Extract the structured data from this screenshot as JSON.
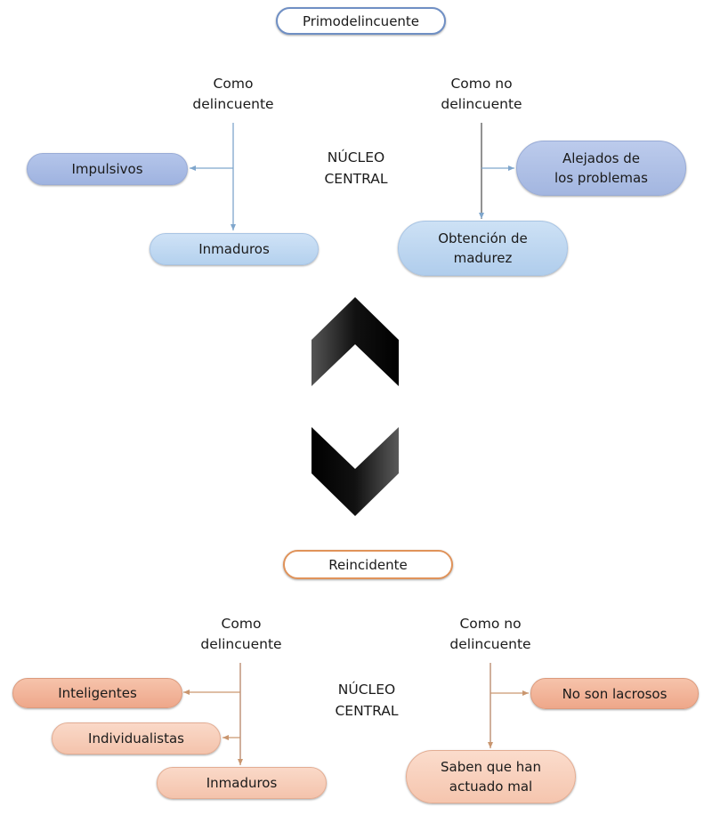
{
  "colors": {
    "blue_connector": "#7fa6cc",
    "orange_connector": "#c9966f",
    "blue_title_border": "#6f8fc4",
    "orange_title_border": "#e0935a",
    "chevron": "#000000"
  },
  "top_section": {
    "title": "Primodelincuente",
    "core_label_line1": "NÚCLEO",
    "core_label_line2": "CENTRAL",
    "left_branch": {
      "label_line1": "Como",
      "label_line2": "delincuente",
      "items": [
        "Impulsivos",
        "Inmaduros"
      ]
    },
    "right_branch": {
      "label_line1": "Como no",
      "label_line2": "delincuente",
      "items": [
        {
          "line1": "Alejados de",
          "line2": "los problemas"
        },
        {
          "line1": "Obtención de",
          "line2": "madurez"
        }
      ]
    }
  },
  "middle": {
    "up_icon": "chevron-up-icon",
    "down_icon": "chevron-down-icon"
  },
  "bottom_section": {
    "title": "Reincidente",
    "core_label_line1": "NÚCLEO",
    "core_label_line2": "CENTRAL",
    "left_branch": {
      "label_line1": "Como",
      "label_line2": "delincuente",
      "items": [
        "Inteligentes",
        "Individualistas",
        "Inmaduros"
      ]
    },
    "right_branch": {
      "label_line1": "Como no",
      "label_line2": "delincuente",
      "items": [
        {
          "line1": "No son lacrosos",
          "line2": ""
        },
        {
          "line1": "Saben que han",
          "line2": "actuado mal"
        }
      ]
    }
  }
}
